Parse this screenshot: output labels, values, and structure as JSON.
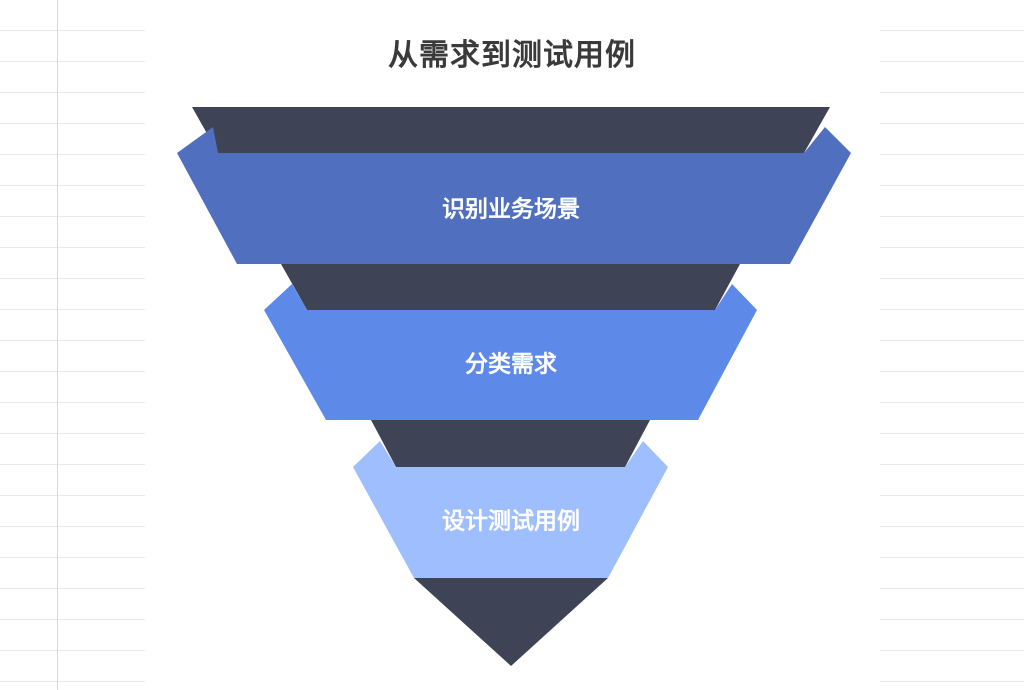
{
  "title": "从需求到测试用例",
  "colors": {
    "dark": "#3e4456",
    "stage1": "#5070bf",
    "stage2": "#5d8ae9",
    "stage3": "#9fbefd",
    "text": "#ffffff",
    "title": "#3a3a3a"
  },
  "stages": [
    {
      "label": "识别业务场景"
    },
    {
      "label": "分类需求"
    },
    {
      "label": "设计测试用例"
    }
  ]
}
